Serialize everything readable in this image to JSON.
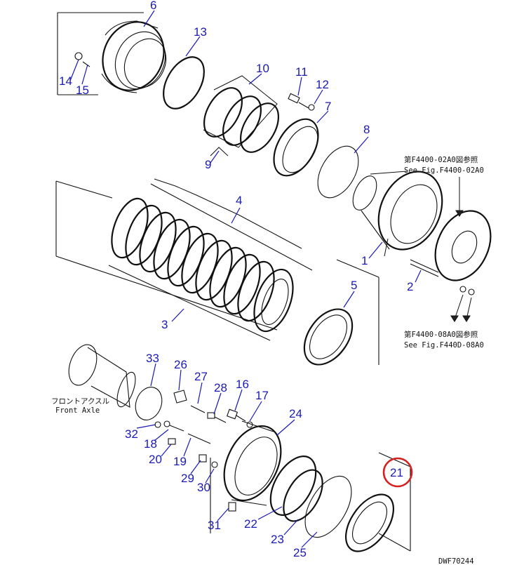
{
  "diagram": {
    "callouts": [
      "1",
      "2",
      "3",
      "4",
      "5",
      "6",
      "7",
      "8",
      "9",
      "10",
      "11",
      "12",
      "13",
      "14",
      "15",
      "16",
      "17",
      "18",
      "19",
      "20",
      "21",
      "22",
      "23",
      "24",
      "25",
      "26",
      "27",
      "28",
      "29",
      "30",
      "31",
      "32",
      "33"
    ],
    "highlighted_callout": "21",
    "highlight_color": "#d42020",
    "callout_color": "#1a1ab4",
    "references": {
      "upper_jp": "第F4400-02A0図参照",
      "upper_en": "See Fig.F4400-02A0",
      "lower_jp": "第F4400-08A0図参照",
      "lower_en": "See Fig.F440D-08A0",
      "axle_jp": "フロントアクスル",
      "axle_en": "Front Axle"
    },
    "figure_code": "DWF70244"
  }
}
